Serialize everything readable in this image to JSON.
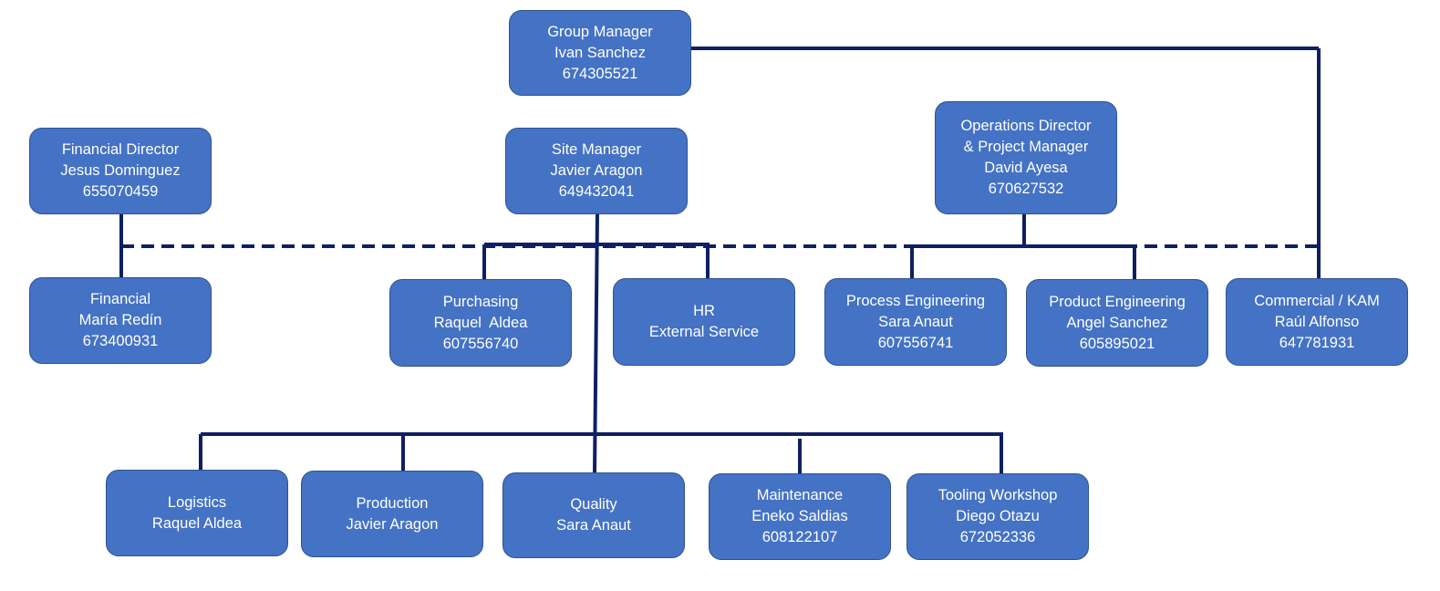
{
  "colors": {
    "box_fill": "#4472c4",
    "box_border": "#2f528f",
    "text": "#ffffff",
    "connector": "#0e2061"
  },
  "nodes": {
    "group_manager": {
      "lines": [
        "Group Manager",
        "Ivan Sanchez",
        "674305521"
      ]
    },
    "financial_director": {
      "lines": [
        "Financial Director",
        "Jesus Dominguez",
        "655070459"
      ]
    },
    "site_manager": {
      "lines": [
        "Site Manager",
        "Javier Aragon",
        "649432041"
      ]
    },
    "operations_director": {
      "lines": [
        "Operations Director",
        "& Project Manager",
        "David Ayesa",
        "670627532"
      ]
    },
    "financial": {
      "lines": [
        "Financial",
        "María Redín",
        "673400931"
      ]
    },
    "purchasing": {
      "lines": [
        "Purchasing",
        "Raquel  Aldea",
        "607556740"
      ]
    },
    "hr": {
      "lines": [
        "HR",
        "External Service"
      ]
    },
    "process_engineering": {
      "lines": [
        "Process Engineering",
        "Sara Anaut",
        "607556741"
      ]
    },
    "product_engineering": {
      "lines": [
        "Product Engineering",
        "Angel Sanchez",
        "605895021"
      ]
    },
    "commercial": {
      "lines": [
        "Commercial / KAM",
        "Raúl Alfonso",
        "647781931"
      ]
    },
    "logistics": {
      "lines": [
        "Logistics",
        "Raquel Aldea"
      ]
    },
    "production": {
      "lines": [
        "Production",
        "Javier Aragon"
      ]
    },
    "quality": {
      "lines": [
        "Quality",
        "Sara Anaut"
      ]
    },
    "maintenance": {
      "lines": [
        "Maintenance",
        "Eneko Saldias",
        "608122107"
      ]
    },
    "tooling_workshop": {
      "lines": [
        "Tooling Workshop",
        "Diego Otazu",
        "672052336"
      ]
    }
  }
}
